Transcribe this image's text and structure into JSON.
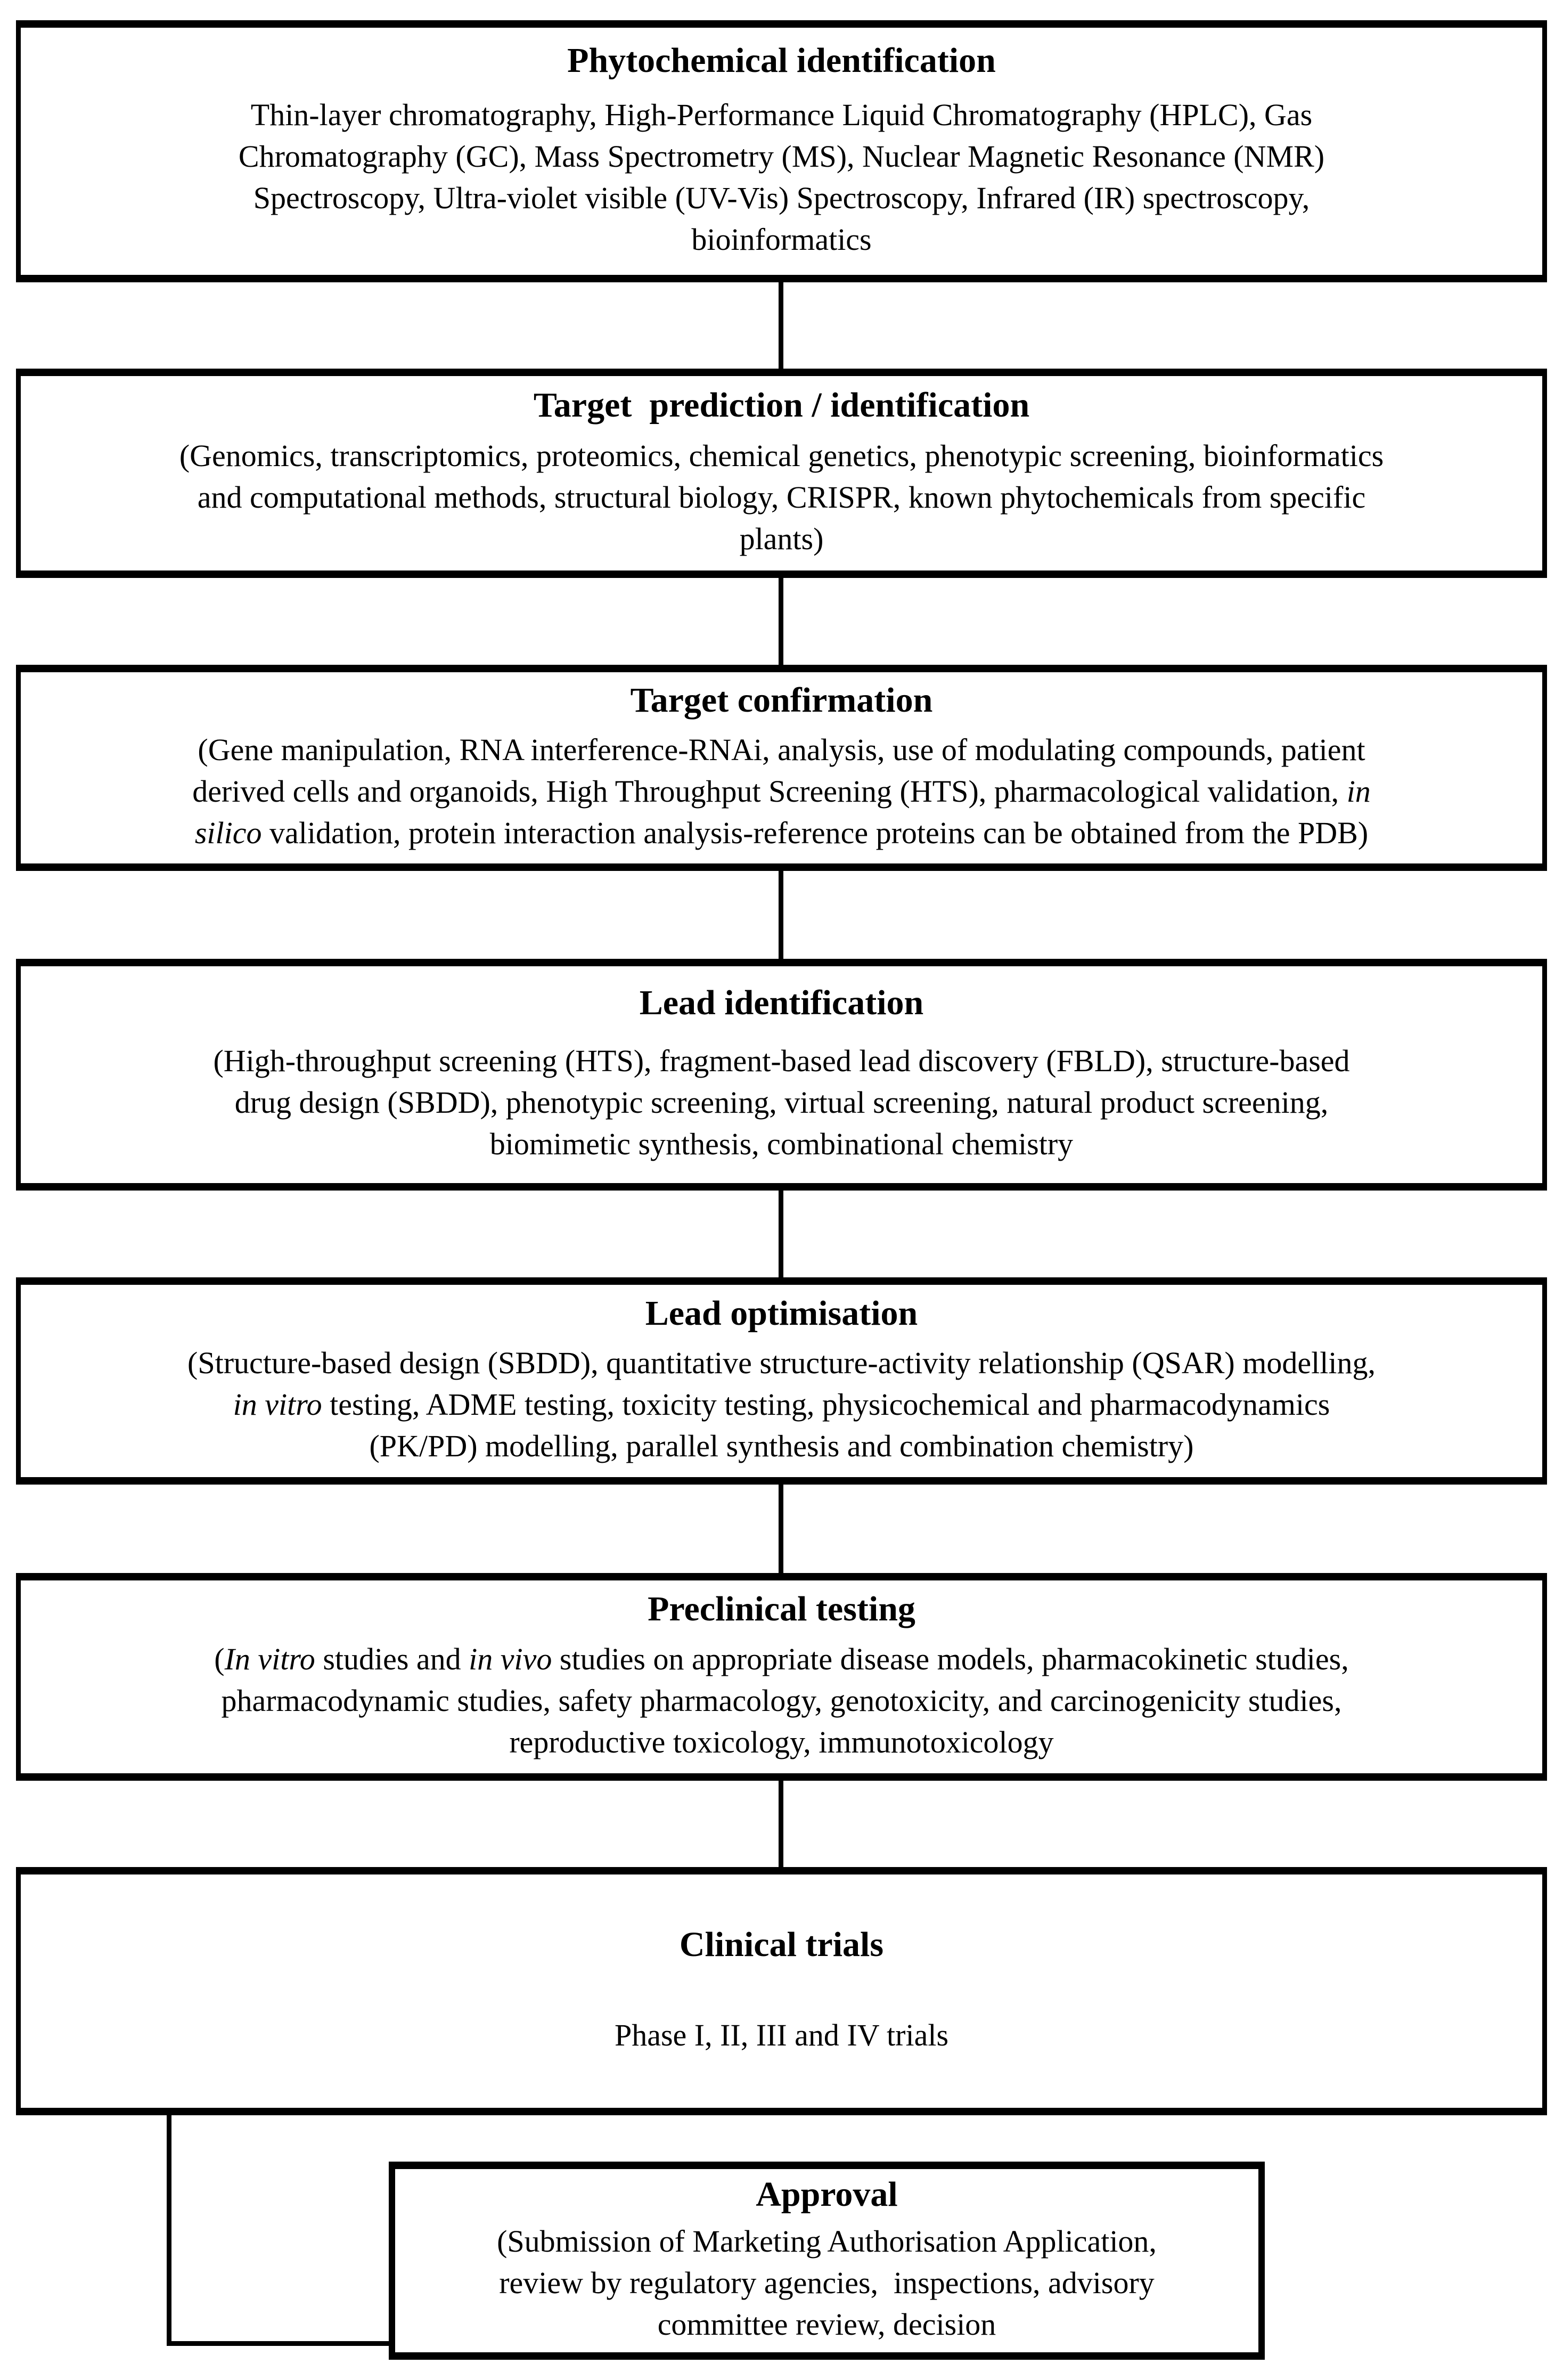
{
  "colors": {
    "ink": "#000000",
    "background": "#ffffff"
  },
  "flowchart": {
    "stages": [
      {
        "title": "Phytochemical identification",
        "lines": [
          "Thin-layer chromatography, High-Performance Liquid Chromatography (HPLC), Gas",
          "Chromatography (GC), Mass Spectrometry (MS), Nuclear Magnetic Resonance (NMR)",
          "Spectroscopy, Ultra-violet visible (UV-Vis) Spectroscopy, Infrared (IR) spectroscopy,",
          "bioinformatics"
        ]
      },
      {
        "title": "Target  prediction / identification",
        "lines": [
          "(Genomics, transcriptomics, proteomics, chemical genetics, phenotypic screening, bioinformatics",
          "and computational methods, structural biology, CRISPR, known phytochemicals from specific",
          "plants)"
        ]
      },
      {
        "title": "Target confirmation",
        "lines": [
          "(Gene manipulation, RNA interference-RNAi, analysis, use of modulating compounds, patient",
          "derived cells and organoids, High Throughput Screening (HTS), pharmacological validation, in",
          "silico validation, protein interaction analysis-reference proteins can be obtained from the PDB)"
        ]
      },
      {
        "title": "Lead identification",
        "lines": [
          "(High-throughput screening (HTS), fragment-based lead discovery (FBLD), structure-based",
          "drug design (SBDD), phenotypic screening, virtual screening, natural product screening,",
          "biomimetic synthesis, combinational chemistry"
        ]
      },
      {
        "title": "Lead optimisation",
        "lines": [
          "(Structure-based design (SBDD), quantitative structure-activity relationship (QSAR) modelling,",
          "in vitro testing, ADME testing, toxicity testing, physicochemical and pharmacodynamics",
          "(PK/PD) modelling, parallel synthesis and combination chemistry)"
        ]
      },
      {
        "title": "Preclinical testing",
        "lines": [
          "(In vitro studies and in vivo studies on appropriate disease models, pharmacokinetic studies,",
          "pharmacodynamic studies, safety pharmacology, genotoxicity, and carcinogenicity studies,",
          "reproductive toxicology, immunotoxicology"
        ]
      },
      {
        "title": "Clinical trials",
        "lines": [
          "Phase I, II, III and IV trials"
        ]
      }
    ],
    "approval": {
      "title": "Approval",
      "lines": [
        "(Submission of Marketing Authorisation Application,",
        "review by regulatory agencies,  inspections, advisory",
        "committee review, decision"
      ]
    },
    "italic_patterns": [
      "In vitro",
      "in vitro",
      "in vivo",
      "^silico\\b",
      "\\bin$"
    ]
  }
}
